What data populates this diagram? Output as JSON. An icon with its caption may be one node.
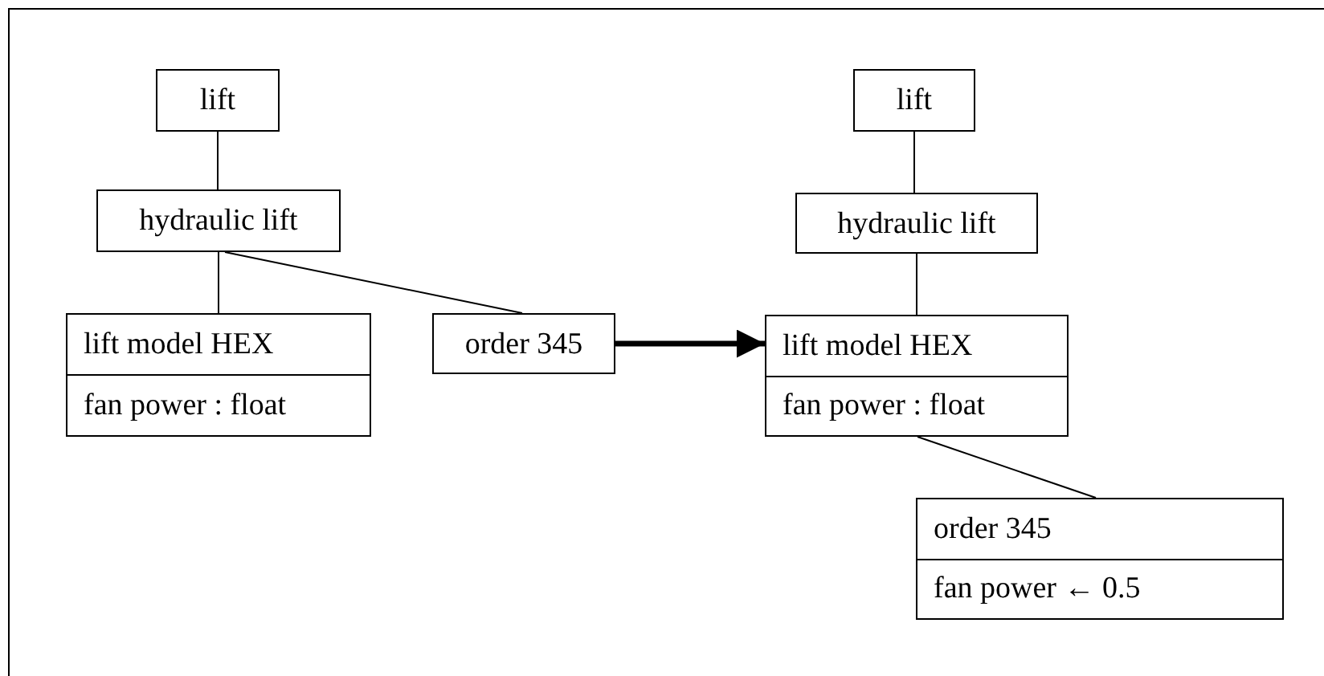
{
  "diagram": {
    "nodes": [
      {
        "text": [
          "lift"
        ]
      },
      {
        "text": [
          "hydraulic lift"
        ]
      },
      {
        "text": [
          "lift model HEX",
          "fan power : float"
        ]
      },
      {
        "text": [
          "order 345"
        ]
      },
      {
        "text": [
          "lift"
        ]
      },
      {
        "text": [
          "hydraulic lift"
        ]
      },
      {
        "text": [
          "lift model HEX",
          "fan power : float"
        ]
      },
      {
        "text": [
          "order 345",
          "fan power ← 0.5"
        ]
      }
    ],
    "edges": [
      {
        "from": 0,
        "to": 1,
        "arrow": "none"
      },
      {
        "from": 1,
        "to": 2,
        "arrow": "none"
      },
      {
        "from": 1,
        "to": 3,
        "arrow": "none"
      },
      {
        "from": 3,
        "to": 6,
        "arrow": "to",
        "style": "thick"
      },
      {
        "from": 4,
        "to": 5,
        "arrow": "none"
      },
      {
        "from": 5,
        "to": 6,
        "arrow": "none"
      },
      {
        "from": 6,
        "to": 7,
        "arrow": "none"
      }
    ]
  }
}
